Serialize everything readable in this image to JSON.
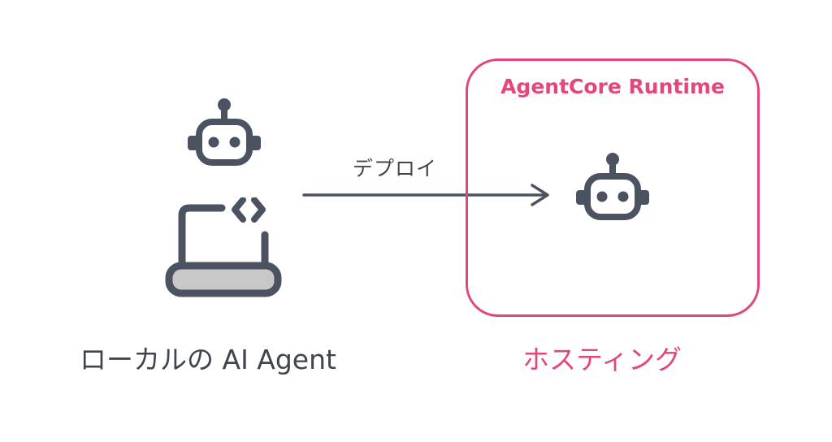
{
  "diagram": {
    "deploy_arrow_label": "デプロイ",
    "runtime_box_title": "AgentCore Runtime",
    "local_caption": "ローカルの AI Agent",
    "hosting_caption": "ホスティング"
  },
  "icons": {
    "local_robot": "robot-icon",
    "laptop": "laptop-code-icon",
    "hosted_robot": "robot-icon"
  },
  "colors": {
    "icon": "#4b5361",
    "accent": "#e3477a",
    "text": "#3f464f",
    "laptop_base": "#c8c8c8"
  }
}
